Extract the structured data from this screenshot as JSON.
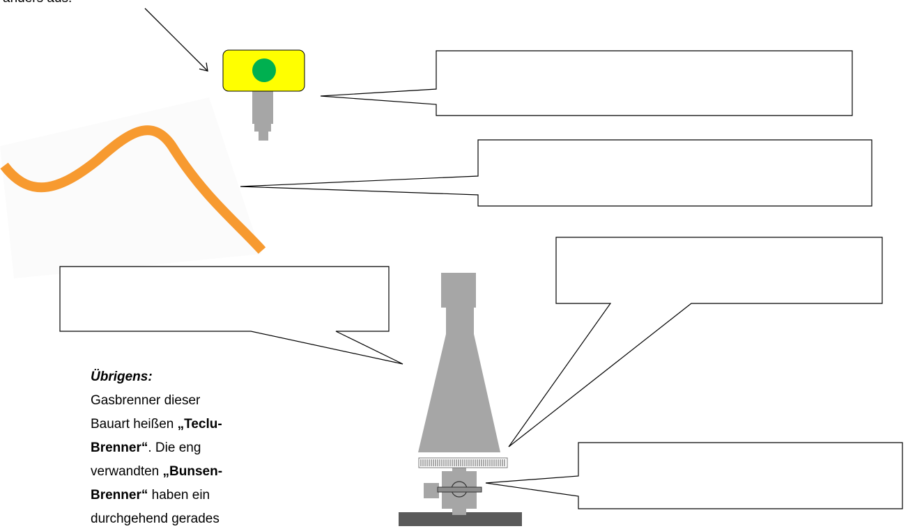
{
  "caption_fragment": "anders aus.",
  "note": {
    "heading": "Übrigens:",
    "text_1": "Gasbrenner dieser Bauart heißen ",
    "term_1": "„Teclu-Brenner“",
    "text_2": ". Die eng verwandten  ",
    "term_2": "„Bunsen-Brenner“",
    "text_3": " haben ein durchgehend gerades"
  },
  "label_boxes": [
    {
      "id": "label-gas-tap",
      "text": ""
    },
    {
      "id": "label-hose",
      "text": ""
    },
    {
      "id": "label-burner-tube",
      "text": ""
    },
    {
      "id": "label-air-regulator",
      "text": ""
    },
    {
      "id": "label-gas-valve",
      "text": ""
    }
  ],
  "colors": {
    "tap_body": "#ffff00",
    "tap_button": "#00b050",
    "hose": "#f79a30",
    "burner_gray": "#a6a6a6",
    "burner_dark": "#5a5a5a",
    "outline": "#000000"
  },
  "icons": [
    "gas-tap-icon",
    "gas-hose-icon",
    "burner-icon"
  ]
}
